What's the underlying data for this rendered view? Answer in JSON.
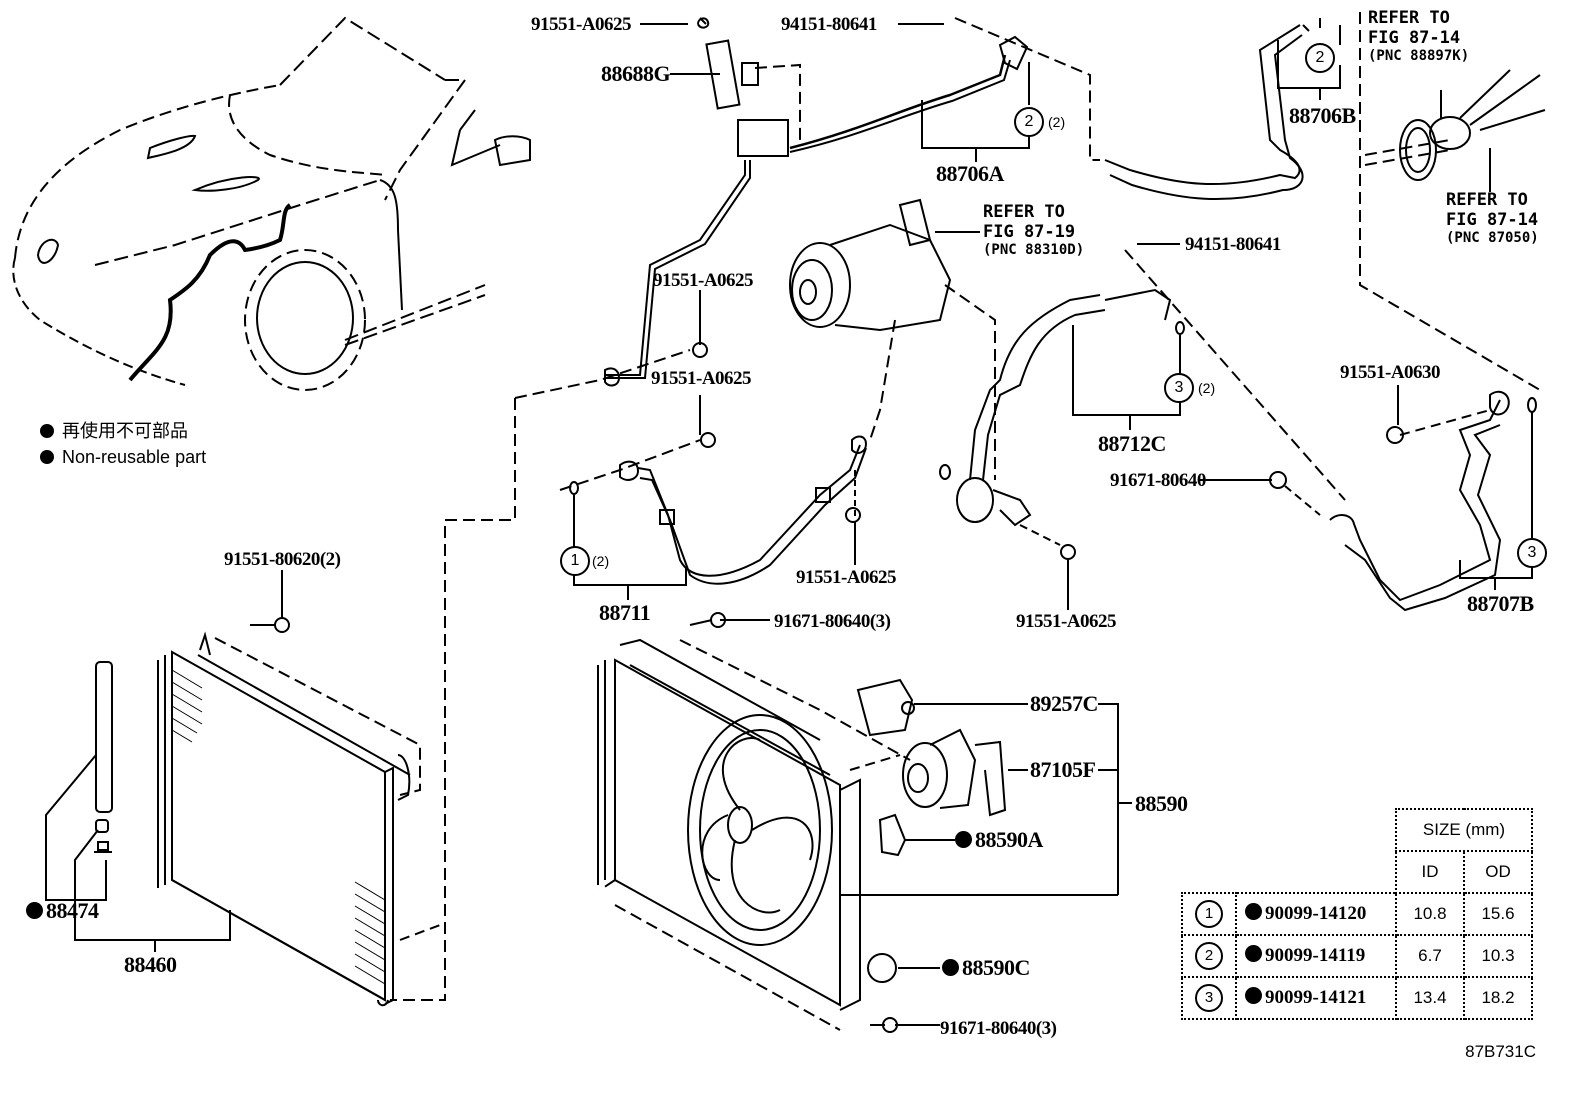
{
  "legend": {
    "jp": "再使用不可部品",
    "en": "Non-reusable part"
  },
  "labels": {
    "bolt_top": "91551-A0625",
    "nut_top": "94151-80641",
    "bracket": "88688G",
    "tube_a": "88706A",
    "tube_b": "88706B",
    "nut_mid": "94151-80641",
    "bolt_left1": "91551-A0625",
    "bolt_left2": "91551-A0625",
    "bolt_hose": "91551-A0625",
    "hose_88711": "88711",
    "bolt_88712": "91551-A0625",
    "hose_88712c": "88712C",
    "bolt_a0630": "91551-A0630",
    "bolt_80640": "91671-80640",
    "tube_88707b": "88707B",
    "bolt_cond": "91551-80620(2)",
    "bolt_fan_top": "91671-80640(3)",
    "bolt_fan_bottom": "91671-80640(3)",
    "resistor": "89257C",
    "motor": "87105F",
    "fan_assy": "88590",
    "clip_a": "88590A",
    "clip_c": "88590C",
    "desiccant": "88474",
    "condenser": "88460"
  },
  "refs": {
    "compressor": {
      "line1": "REFER TO",
      "line2": "FIG 87-19",
      "pnc": "(PNC 88310D)"
    },
    "pulley": {
      "line1": "REFER TO",
      "line2": "FIG 87-14",
      "pnc": "(PNC 88897K)"
    },
    "clutch": {
      "line1": "REFER TO",
      "line2": "FIG 87-14",
      "pnc": "(PNC 87050)"
    }
  },
  "callouts": {
    "c1": "1",
    "c1_qty": "(2)",
    "c2a": "2",
    "c2a_qty": "(2)",
    "c2b": "2",
    "c3a": "3",
    "c3a_qty": "(2)",
    "c3b": "3"
  },
  "size_table": {
    "header": "SIZE (mm)",
    "col_id": "ID",
    "col_od": "OD",
    "rows": [
      {
        "ref": "1",
        "part": "90099-14120",
        "id": "10.8",
        "od": "15.6"
      },
      {
        "ref": "2",
        "part": "90099-14119",
        "id": "6.7",
        "od": "10.3"
      },
      {
        "ref": "3",
        "part": "90099-14121",
        "id": "13.4",
        "od": "18.2"
      }
    ]
  },
  "figure_code": "87B731C"
}
